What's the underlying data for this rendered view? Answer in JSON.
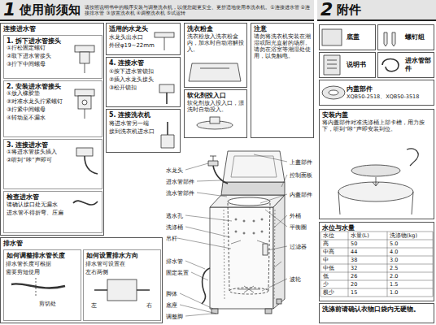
{
  "diagram": {
    "nodes": [
      {
        "text": [
          "1",
          "使用前须知",
          "请按照说明书中的顺序安装与调整洗衣机，以便您能更安全、更舒适地使用本洗衣机。①连接进水管 ②连接排水管 ③放置洗衣机 ④调整洗衣机 ⑤试运转"
        ]
      },
      {
        "text": [
          "连接进水管"
        ]
      },
      {
        "text": [
          "1. 拆下进水管接头"
        ],
        "in": 1
      },
      {
        "text": [
          "2. 安装进水管接头"
        ],
        "in": 1
      },
      {
        "text": [
          "3. 连接进水管"
        ],
        "in": 1
      },
      {
        "text": [
          "检查进水管"
        ],
        "in": 1
      },
      {
        "text": [
          "适用的水龙头"
        ]
      },
      {
        "text": [
          "4. 连接水管"
        ]
      },
      {
        "text": [
          "5. 连接洗衣机"
        ]
      },
      {
        "text": [
          "洗衣粉盒",
          "洗衣粉放入洗衣粉盒内，加水时自动溶解投入。"
        ]
      },
      {
        "text": [
          "软化剂投入口",
          "软化剂放入投入口，漂洗时自动投入。"
        ]
      },
      {
        "text": [
          "注意",
          "请勿将洗衣机安装在潮湿或阳光直射的场所。",
          "请勿在浴室等潮湿处使用，以免触电。"
        ]
      },
      {
        "text": [
          "2",
          "附件"
        ]
      },
      {
        "text": [
          "底盖"
        ]
      },
      {
        "text": [
          "螺钉组"
        ]
      },
      {
        "text": [
          "说明书"
        ]
      },
      {
        "text": [
          "进水管部件"
        ]
      },
      {
        "text": [
          "内盖部件",
          "XQB50-2518、XQB50-3518"
        ]
      },
      {
        "text": [
          "安装内盖",
          "将内盖部件对准洗涤桶上部卡槽，用力按下，听到“咔”声即安装到位。"
        ]
      },
      {
        "text": [
          "排水管"
        ]
      },
      {
        "text": [
          "如何调整排水管长度"
        ],
        "in": 19
      },
      {
        "text": [
          "如何设置排水方向"
        ],
        "in": 19
      },
      {
        "text": [
          "水位与水量"
        ]
      },
      {
        "text": [
          "洗涤前请确认衣物口袋内无硬物。"
        ]
      }
    ],
    "labels": [
      "①拧松固定螺钉",
      "②取下进水管接头",
      "③拧下中间螺母",
      "①放入橡胶垫",
      "②对准水龙头拧紧螺钉",
      "③拧紧中间螺母",
      "④转动至不漏水",
      "①将进水管接头插入",
      "②听到“咔”声即可",
      "请确认接口处无漏水",
      "进水管不得折弯、压扁",
      "水龙头出水口",
      "外径φ19~22mm",
      "①按下进水管锁扣",
      "②插入水龙头接头",
      "③松开锁扣",
      "将进水管另一端",
      "接到洗衣机进水口",
      "排水管长度可根据",
      "需要剪短使用",
      "剪切处",
      "排水管可设置在",
      "左右两侧",
      "左",
      "右",
      "水龙头",
      "进水管部件",
      "流水管部件",
      "透水孔",
      "洗涤桶",
      "吊杆",
      "排水管",
      "固定装置",
      "脚体",
      "底座",
      "调整脚",
      "上盖部件",
      "控制面板",
      "内盖部件",
      "外桶",
      "平衡圈",
      "过滤器",
      "波轮",
      "水位",
      "水量(L)",
      "洗涤物(kg)",
      "高",
      "50",
      "5.0",
      "中高",
      "44",
      "4.0",
      "中",
      "38",
      "3.0",
      "中低",
      "32",
      "2.5",
      "低",
      "26",
      "2.0",
      "少",
      "20",
      "1.5",
      "极少",
      "15",
      "1.0"
    ]
  }
}
